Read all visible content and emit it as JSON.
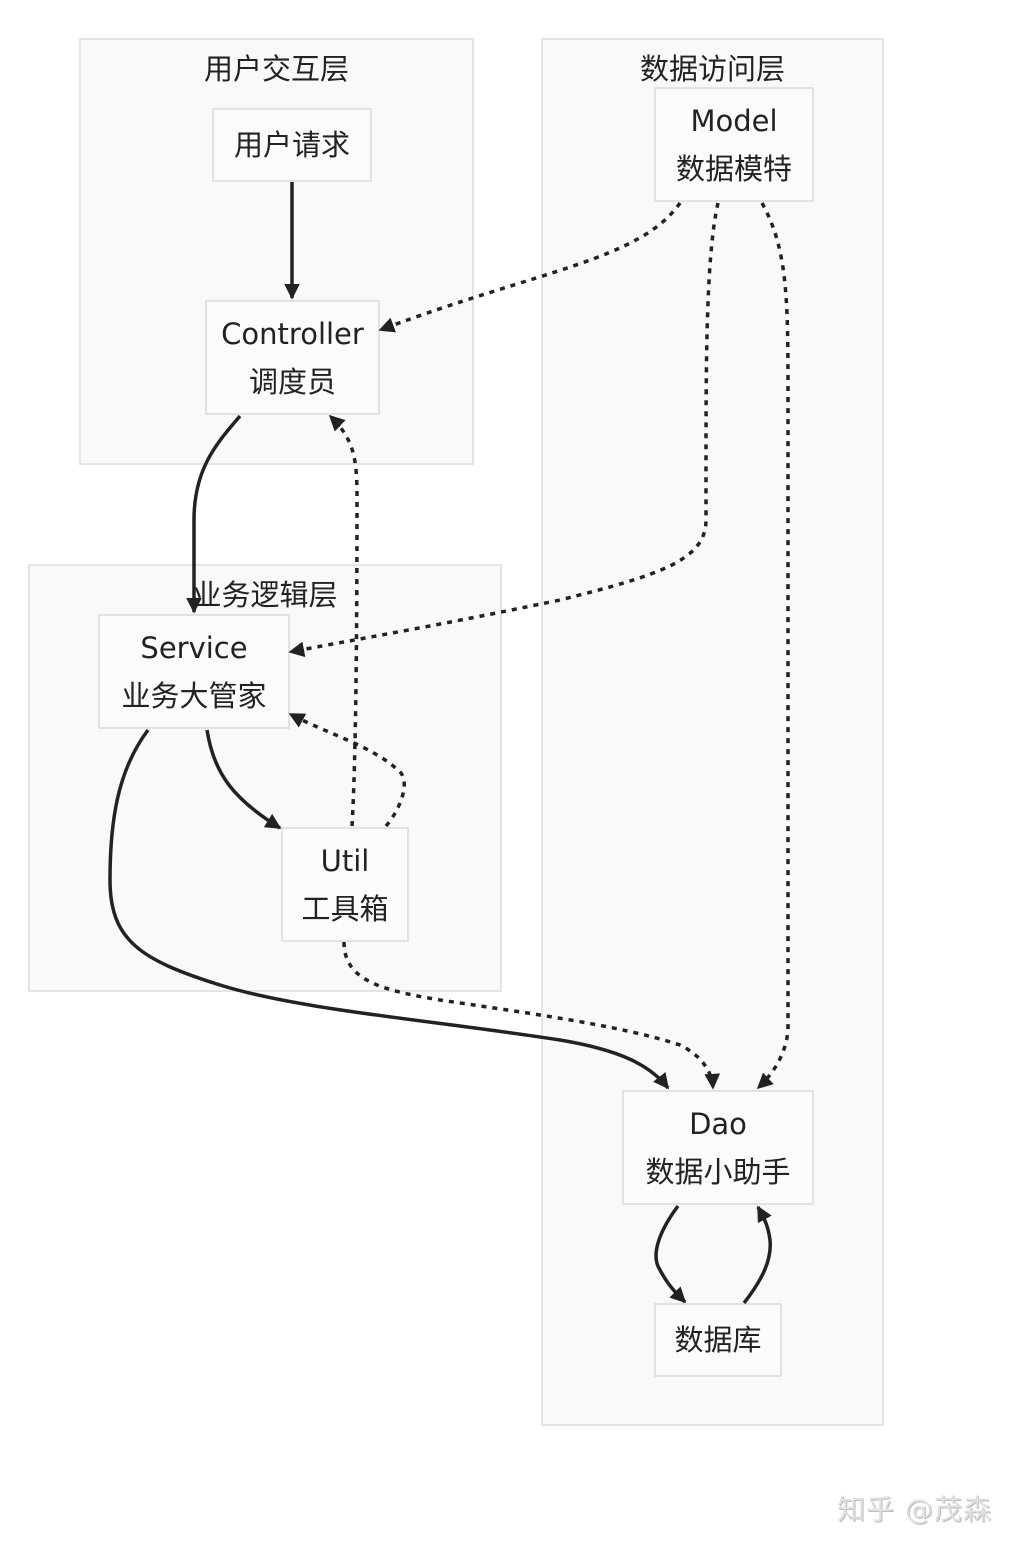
{
  "clusters": {
    "user_layer": {
      "title": "用户交互层"
    },
    "data_layer": {
      "title": "数据访问层"
    },
    "logic_layer": {
      "title": "业务逻辑层"
    }
  },
  "nodes": {
    "user_request": {
      "lines": [
        "用户请求"
      ]
    },
    "controller": {
      "lines": [
        "Controller",
        "调度员"
      ]
    },
    "model": {
      "lines": [
        "Model",
        "数据模特"
      ]
    },
    "service": {
      "lines": [
        "Service",
        "业务大管家"
      ]
    },
    "util": {
      "lines": [
        "Util",
        "工具箱"
      ]
    },
    "dao": {
      "lines": [
        "Dao",
        "数据小助手"
      ]
    },
    "database": {
      "lines": [
        "数据库"
      ]
    }
  },
  "edges": [
    {
      "from": "user_request",
      "to": "controller",
      "style": "solid"
    },
    {
      "from": "model",
      "to": "controller",
      "style": "dotted"
    },
    {
      "from": "controller",
      "to": "service",
      "style": "solid"
    },
    {
      "from": "model",
      "to": "service",
      "style": "dotted"
    },
    {
      "from": "util",
      "to": "controller",
      "style": "dotted"
    },
    {
      "from": "service",
      "to": "util",
      "style": "solid"
    },
    {
      "from": "util",
      "to": "service",
      "style": "dotted"
    },
    {
      "from": "service",
      "to": "dao",
      "style": "solid"
    },
    {
      "from": "util",
      "to": "dao",
      "style": "dotted"
    },
    {
      "from": "model",
      "to": "dao",
      "style": "dotted"
    },
    {
      "from": "dao",
      "to": "database",
      "style": "solid"
    },
    {
      "from": "database",
      "to": "dao",
      "style": "solid"
    }
  ],
  "colors": {
    "edge": "#222222",
    "cluster_bg": "#f9f9f9",
    "border": "#e2e2e2"
  },
  "watermark": "知乎 @茂森"
}
